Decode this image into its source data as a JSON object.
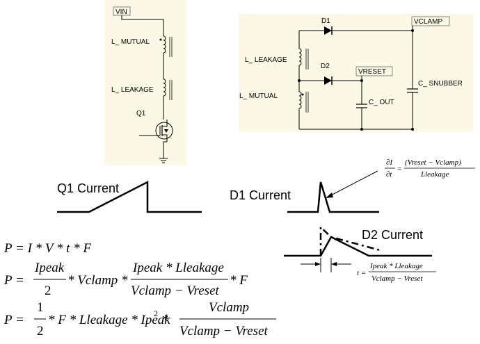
{
  "left_schematic": {
    "vin": "VIN",
    "l_mutual": "L_ MUTUAL",
    "l_leakage": "L_ LEAKAGE",
    "q1": "Q1"
  },
  "right_schematic": {
    "d1": "D1",
    "d2": "D2",
    "vclamp": "VCLAMP",
    "vreset": "VRESET",
    "l_leakage": "L_ LEAKAGE",
    "l_mutual": "L_ MUTUAL",
    "c_out": "C_ OUT",
    "c_snubber": "C_ SNUBBER"
  },
  "waveforms": {
    "q1_current": "Q1 Current",
    "d1_current": "D1 Current",
    "d2_current": "D2 Current"
  },
  "formulas": {
    "slope": {
      "num_left": "∂I",
      "den_left": "∂t",
      "equals": "=",
      "num_right": "(Vreset − Vclamp)",
      "den_right": "Lleakage"
    },
    "t": {
      "lhs": "t =",
      "numerator": "Ipeak * Lleakage",
      "denominator": "Vclamp − Vreset"
    },
    "p1": "P = I * V * t * F",
    "p2": {
      "p": "P =",
      "frac1_num": "Ipeak",
      "frac1_den": "2",
      "middle": "* Vclamp *",
      "frac2_num": "Ipeak * Lleakage",
      "frac2_den": "Vclamp − Vreset",
      "tail": "* F"
    },
    "p3": {
      "p": "P =",
      "half_num": "1",
      "half_den": "2",
      "middle": "* F * Lleakage * Ipeak",
      "exponent": "2",
      "times": "*",
      "frac_num": "Vclamp",
      "frac_den": "Vclamp − Vreset"
    }
  }
}
